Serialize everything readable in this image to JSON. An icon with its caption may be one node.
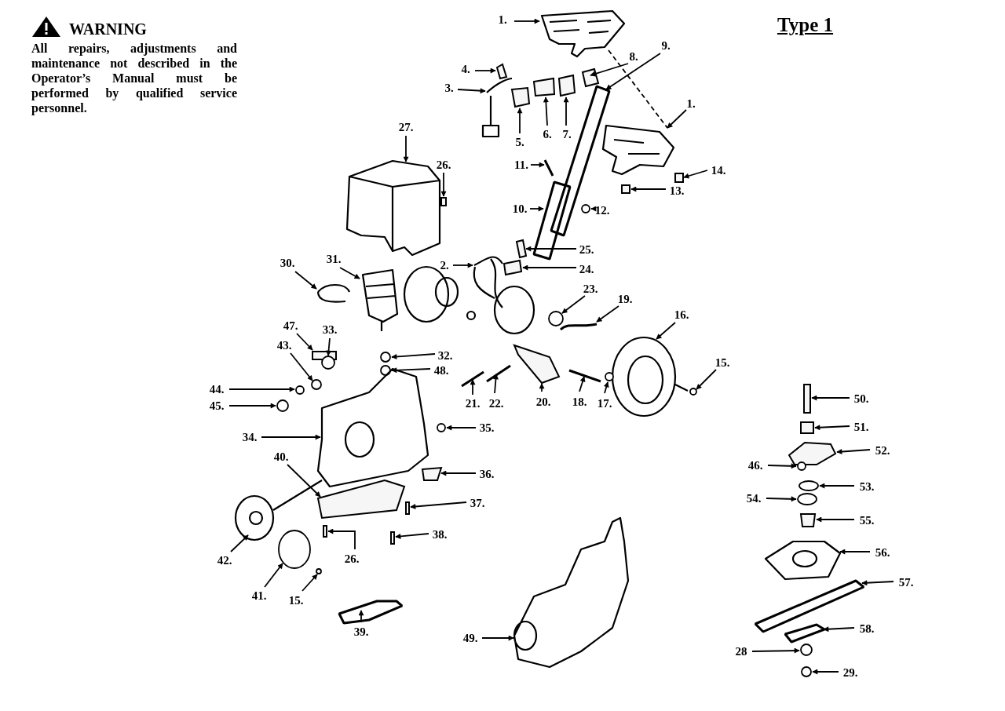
{
  "diagram": {
    "nodes": [
      {
        "text": [
          "1."
        ]
      },
      {
        "text": [
          "8."
        ]
      },
      {
        "text": [
          "9."
        ]
      },
      {
        "text": [
          "4."
        ]
      },
      {
        "text": [
          "3."
        ]
      },
      {
        "text": [
          "5."
        ]
      },
      {
        "text": [
          "6."
        ]
      },
      {
        "text": [
          "7."
        ]
      },
      {
        "text": [
          "1."
        ]
      },
      {
        "text": [
          "27."
        ]
      },
      {
        "text": [
          "26."
        ]
      },
      {
        "text": [
          "11."
        ]
      },
      {
        "text": [
          "14."
        ]
      },
      {
        "text": [
          "13."
        ]
      },
      {
        "text": [
          "10."
        ]
      },
      {
        "text": [
          "12."
        ]
      },
      {
        "text": [
          "25."
        ]
      },
      {
        "text": [
          "2."
        ]
      },
      {
        "text": [
          "30."
        ]
      },
      {
        "text": [
          "31."
        ]
      },
      {
        "text": [
          "24."
        ]
      },
      {
        "text": [
          "23."
        ]
      },
      {
        "text": [
          "19."
        ]
      },
      {
        "text": [
          "16."
        ]
      },
      {
        "text": [
          "47."
        ]
      },
      {
        "text": [
          "33."
        ]
      },
      {
        "text": [
          "32."
        ]
      },
      {
        "text": [
          "48."
        ]
      },
      {
        "text": [
          "15."
        ]
      },
      {
        "text": [
          "43."
        ]
      },
      {
        "text": [
          "44."
        ]
      },
      {
        "text": [
          "45."
        ]
      },
      {
        "text": [
          "21."
        ]
      },
      {
        "text": [
          "22."
        ]
      },
      {
        "text": [
          "20."
        ]
      },
      {
        "text": [
          "18."
        ]
      },
      {
        "text": [
          "17."
        ]
      },
      {
        "text": [
          "50."
        ]
      },
      {
        "text": [
          "51."
        ]
      },
      {
        "text": [
          "52."
        ]
      },
      {
        "text": [
          "35."
        ]
      },
      {
        "text": [
          "34."
        ]
      },
      {
        "text": [
          "46."
        ]
      },
      {
        "text": [
          "36."
        ]
      },
      {
        "text": [
          "53."
        ]
      },
      {
        "text": [
          "40."
        ]
      },
      {
        "text": [
          "37."
        ]
      },
      {
        "text": [
          "54."
        ]
      },
      {
        "text": [
          "55."
        ]
      },
      {
        "text": [
          "42."
        ]
      },
      {
        "text": [
          "38."
        ]
      },
      {
        "text": [
          "26."
        ]
      },
      {
        "text": [
          "56."
        ]
      },
      {
        "text": [
          "57."
        ]
      },
      {
        "text": [
          "41."
        ]
      },
      {
        "text": [
          "15."
        ]
      },
      {
        "text": [
          "39."
        ]
      },
      {
        "text": [
          "58."
        ]
      },
      {
        "text": [
          "49."
        ]
      },
      {
        "text": [
          "28"
        ]
      },
      {
        "text": [
          "29."
        ]
      },
      {
        "text": [],
        "shape": "picture"
      },
      {
        "text": [],
        "shape": "box"
      },
      {
        "text": [],
        "shape": "bar"
      },
      {
        "text": [],
        "shape": "box"
      },
      {
        "text": [],
        "shape": "picture"
      },
      {
        "text": [],
        "shape": "box"
      },
      {
        "text": [],
        "shape": "box"
      },
      {
        "text": [],
        "shape": "box"
      },
      {
        "text": [],
        "shape": "picture"
      },
      {
        "text": [],
        "shape": "picture"
      },
      {
        "text": [],
        "shape": "box"
      },
      {
        "text": [],
        "shape": "bar"
      },
      {
        "text": [],
        "shape": "box"
      },
      {
        "text": [],
        "shape": "box"
      },
      {
        "text": [],
        "shape": "bar"
      },
      {
        "text": [],
        "shape": "circle"
      },
      {
        "text": [],
        "shape": "box"
      },
      {
        "text": [],
        "shape": "picture"
      },
      {
        "text": [],
        "shape": "picture"
      },
      {
        "text": [],
        "shape": "picture"
      },
      {
        "text": [],
        "shape": "box"
      },
      {
        "text": [],
        "shape": "circle"
      },
      {
        "text": [],
        "shape": "bar"
      },
      {
        "text": [],
        "shape": "picture"
      },
      {
        "text": [],
        "shape": "box"
      },
      {
        "text": [],
        "shape": "circle"
      },
      {
        "text": [],
        "shape": "circle"
      },
      {
        "text": [],
        "shape": "circle"
      },
      {
        "text": [],
        "shape": "circle"
      },
      {
        "text": [],
        "shape": "circle"
      },
      {
        "text": [],
        "shape": "circle"
      },
      {
        "text": [],
        "shape": "circle"
      },
      {
        "text": [],
        "shape": "bar"
      },
      {
        "text": [],
        "shape": "bar"
      },
      {
        "text": [],
        "shape": "box"
      },
      {
        "text": [],
        "shape": "bar"
      },
      {
        "text": [],
        "shape": "circle"
      },
      {
        "text": [],
        "shape": "box"
      },
      {
        "text": [],
        "shape": "box"
      },
      {
        "text": [],
        "shape": "box"
      },
      {
        "text": [],
        "shape": "circle"
      },
      {
        "text": [],
        "shape": "picture"
      },
      {
        "text": [],
        "shape": "circle"
      },
      {
        "text": [],
        "shape": "box"
      },
      {
        "text": [],
        "shape": "circle"
      },
      {
        "text": [],
        "shape": "box"
      },
      {
        "text": [],
        "shape": "box"
      },
      {
        "text": [],
        "shape": "circle"
      },
      {
        "text": [],
        "shape": "box"
      },
      {
        "text": [],
        "shape": "picture"
      },
      {
        "text": [],
        "shape": "box"
      },
      {
        "text": [],
        "shape": "box"
      },
      {
        "text": [],
        "shape": "picture"
      },
      {
        "text": [],
        "shape": "bar"
      },
      {
        "text": [],
        "shape": "circle"
      },
      {
        "text": [],
        "shape": "circle"
      },
      {
        "text": [],
        "shape": "bar"
      },
      {
        "text": [],
        "shape": "bar"
      },
      {
        "text": [],
        "shape": "picture"
      },
      {
        "text": [],
        "shape": "circle"
      },
      {
        "text": [],
        "shape": "circle"
      }
    ],
    "edges": [
      {
        "from": 0,
        "to": 61,
        "arrow": "to"
      },
      {
        "from": 1,
        "to": 62,
        "arrow": "to"
      },
      {
        "from": 2,
        "to": 63,
        "arrow": "to"
      },
      {
        "from": 3,
        "to": 64,
        "arrow": "to"
      },
      {
        "from": 4,
        "to": 65,
        "arrow": "to"
      },
      {
        "from": 5,
        "to": 66,
        "arrow": "to"
      },
      {
        "from": 6,
        "to": 67,
        "arrow": "to"
      },
      {
        "from": 7,
        "to": 68,
        "arrow": "to"
      },
      {
        "from": 8,
        "to": 69,
        "arrow": "to"
      },
      {
        "from": 9,
        "to": 70,
        "arrow": "to"
      },
      {
        "from": 10,
        "to": 71,
        "arrow": "to"
      },
      {
        "from": 11,
        "to": 72,
        "arrow": "to"
      },
      {
        "from": 12,
        "to": 73,
        "arrow": "to"
      },
      {
        "from": 13,
        "to": 74,
        "arrow": "to"
      },
      {
        "from": 14,
        "to": 75,
        "arrow": "to"
      },
      {
        "from": 15,
        "to": 76,
        "arrow": "to"
      },
      {
        "from": 16,
        "to": 77,
        "arrow": "to"
      },
      {
        "from": 17,
        "to": 78,
        "arrow": "to"
      },
      {
        "from": 18,
        "to": 79,
        "arrow": "to"
      },
      {
        "from": 19,
        "to": 80,
        "arrow": "to"
      },
      {
        "from": 20,
        "to": 81,
        "arrow": "to"
      },
      {
        "from": 21,
        "to": 82,
        "arrow": "to"
      },
      {
        "from": 22,
        "to": 83,
        "arrow": "to"
      },
      {
        "from": 23,
        "to": 84,
        "arrow": "to"
      },
      {
        "from": 24,
        "to": 85,
        "arrow": "to"
      },
      {
        "from": 25,
        "to": 86,
        "arrow": "to"
      },
      {
        "from": 26,
        "to": 87,
        "arrow": "to"
      },
      {
        "from": 27,
        "to": 88,
        "arrow": "to"
      },
      {
        "from": 28,
        "to": 89,
        "arrow": "to"
      },
      {
        "from": 29,
        "to": 90,
        "arrow": "to"
      },
      {
        "from": 30,
        "to": 91,
        "arrow": "to"
      },
      {
        "from": 31,
        "to": 92,
        "arrow": "to"
      },
      {
        "from": 32,
        "to": 93,
        "arrow": "to"
      },
      {
        "from": 33,
        "to": 94,
        "arrow": "to"
      },
      {
        "from": 34,
        "to": 95,
        "arrow": "to"
      },
      {
        "from": 35,
        "to": 96,
        "arrow": "to"
      },
      {
        "from": 36,
        "to": 97,
        "arrow": "to"
      },
      {
        "from": 37,
        "to": 98,
        "arrow": "to"
      },
      {
        "from": 38,
        "to": 99,
        "arrow": "to"
      },
      {
        "from": 39,
        "to": 100,
        "arrow": "to"
      },
      {
        "from": 40,
        "to": 101,
        "arrow": "to"
      },
      {
        "from": 41,
        "to": 102,
        "arrow": "to"
      },
      {
        "from": 42,
        "to": 103,
        "arrow": "to"
      },
      {
        "from": 43,
        "to": 104,
        "arrow": "to"
      },
      {
        "from": 44,
        "to": 105,
        "arrow": "to"
      },
      {
        "from": 45,
        "to": 106,
        "arrow": "to"
      },
      {
        "from": 46,
        "to": 107,
        "arrow": "to"
      },
      {
        "from": 47,
        "to": 108,
        "arrow": "to"
      },
      {
        "from": 48,
        "to": 109,
        "arrow": "to"
      },
      {
        "from": 49,
        "to": 110,
        "arrow": "to"
      },
      {
        "from": 50,
        "to": 111,
        "arrow": "to"
      },
      {
        "from": 51,
        "to": 112,
        "arrow": "to"
      },
      {
        "from": 52,
        "to": 113,
        "arrow": "to"
      },
      {
        "from": 53,
        "to": 114,
        "arrow": "to"
      },
      {
        "from": 54,
        "to": 115,
        "arrow": "to"
      },
      {
        "from": 55,
        "to": 116,
        "arrow": "to"
      },
      {
        "from": 56,
        "to": 117,
        "arrow": "to"
      },
      {
        "from": 57,
        "to": 118,
        "arrow": "to"
      },
      {
        "from": 58,
        "to": 119,
        "arrow": "to"
      },
      {
        "from": 59,
        "to": 120,
        "arrow": "to"
      },
      {
        "from": 60,
        "to": 121,
        "arrow": "to"
      },
      {
        "from": 61,
        "to": 69,
        "arrow": "none",
        "style": "dashed"
      }
    ],
    "labels": [
      "WARNING",
      "All repairs, adjustments and maintenance not described in the Operator’s Manual must be performed by qualified service personnel.",
      "Type 1"
    ]
  }
}
